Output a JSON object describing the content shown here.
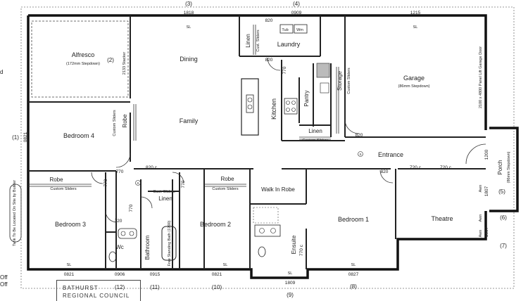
{
  "rooms": {
    "alfresco": "Alfresco",
    "alfresco_note": "(172mm Stepdown)",
    "dining": "Dining",
    "family": "Family",
    "kitchen": "Kitchen",
    "laundry": "Laundry",
    "linen_laundry": "Linen",
    "pantry": "Pantry",
    "storage": "Storage",
    "linen_kitchen": "Linen",
    "garage": "Garage",
    "garage_note": "(86mm Stepdown)",
    "entrance": "Entrance",
    "porch": "Porch",
    "porch_note": "(86mm Stepdown)",
    "bedroom4": "Bedroom 4",
    "robe4": "Robe",
    "bedroom3": "Bedroom 3",
    "robe3": "Robe",
    "wc": "Wc",
    "bathroom": "Bathroom",
    "linen_hall": "Linen",
    "bath": "Free Standing Bath (1700)",
    "bedroom2": "Bedroom 2",
    "robe2": "Robe",
    "walk_in_robe": "Walk In Robe",
    "ensuite": "Ensuite",
    "bedroom1": "Bedroom 1",
    "theatre": "Theatre"
  },
  "notes": {
    "custom_sliders": "Custom Sliders",
    "cust_sliders": "Cust. Sliders",
    "stacker": "2133 Stacker",
    "garage_door": "2100 x 4800 Panel Lift Garage Door",
    "tub": "Tub",
    "wm": "Wm",
    "tank": "Tank To Be Located On Site by Builder",
    "sl": "SL",
    "awn": "Awn",
    "s_mark": "S"
  },
  "dimensions": {
    "d1818": "1818",
    "d820a": "820",
    "d0909": "0909",
    "d1215": "1215",
    "d820b": "820",
    "d770a": "770",
    "d820c": "820",
    "d0821a": "0821",
    "d770b": "770",
    "d820c_hall": "820 c",
    "d770c": "770",
    "d770d": "770",
    "d770e": "770",
    "d720a": "720",
    "d770f": "770 c",
    "d820d": "820",
    "d720c_a": "720 c",
    "d720c_b": "720 c",
    "d1200": "1200",
    "d1807a": "1807",
    "d1807b": "1807",
    "d0821b": "0821",
    "d0906": "0906",
    "d0915": "0915",
    "d0821c": "0821",
    "d0827": "0827",
    "d1809": "1809"
  },
  "window_refs": {
    "r3": "(3)",
    "r4": "(4)",
    "r2": "(2)",
    "r1": "(1)",
    "r5": "(5)",
    "r6": "(6)",
    "r7": "(7)",
    "r8": "(8)",
    "r9": "(9)",
    "r10": "(10)",
    "r11": "(11)",
    "r12": "(12)"
  },
  "edge": {
    "off1": "Off",
    "off2": "Off",
    "d": "d"
  },
  "stamp": {
    "line1": "BATHURST",
    "line2": "REGIONAL COUNCIL"
  }
}
